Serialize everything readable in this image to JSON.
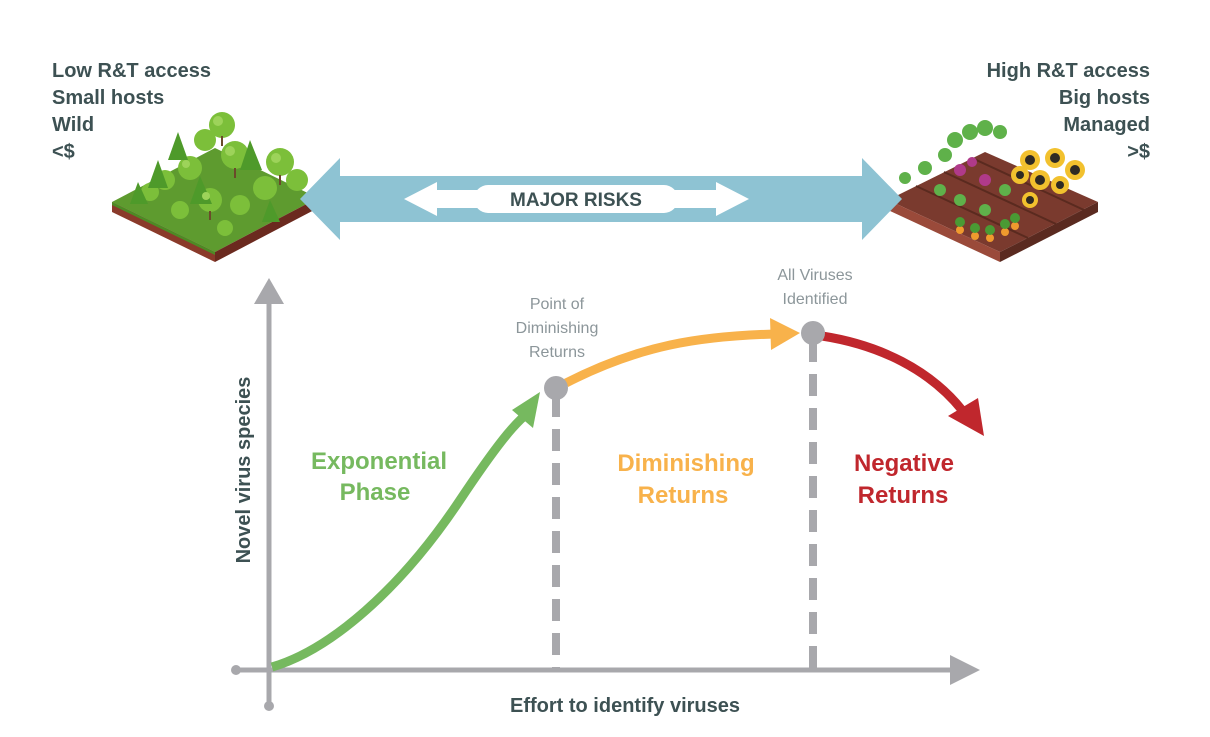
{
  "colors": {
    "text_dark": "#3d5153",
    "axis_gray": "#a8a8ac",
    "risk_arrow": "#8ec3d3",
    "green": "#76b95f",
    "orange": "#f8b24b",
    "red": "#c0272d",
    "annotation_gray": "#8c969a"
  },
  "left_panel": {
    "lines": [
      "Low R&T access",
      "Small hosts",
      "Wild",
      "<$"
    ],
    "illustration": "forest-plot-icon"
  },
  "right_panel": {
    "lines": [
      "High R&T access",
      "Big hosts",
      "Managed",
      ">$"
    ],
    "illustration": "farm-field-icon"
  },
  "risk_banner": {
    "label": "MAJOR RISKS"
  },
  "axes": {
    "y_label": "Novel virus species",
    "x_label": "Effort to identify viruses"
  },
  "phases": {
    "exponential": [
      "Exponential",
      "Phase"
    ],
    "diminishing": [
      "Diminishing",
      "Returns"
    ],
    "negative": [
      "Negative",
      "Returns"
    ]
  },
  "markers": {
    "diminishing_point": [
      "Point of",
      "Diminishing",
      "Returns"
    ],
    "all_identified": [
      "All Viruses",
      "Identified"
    ]
  }
}
